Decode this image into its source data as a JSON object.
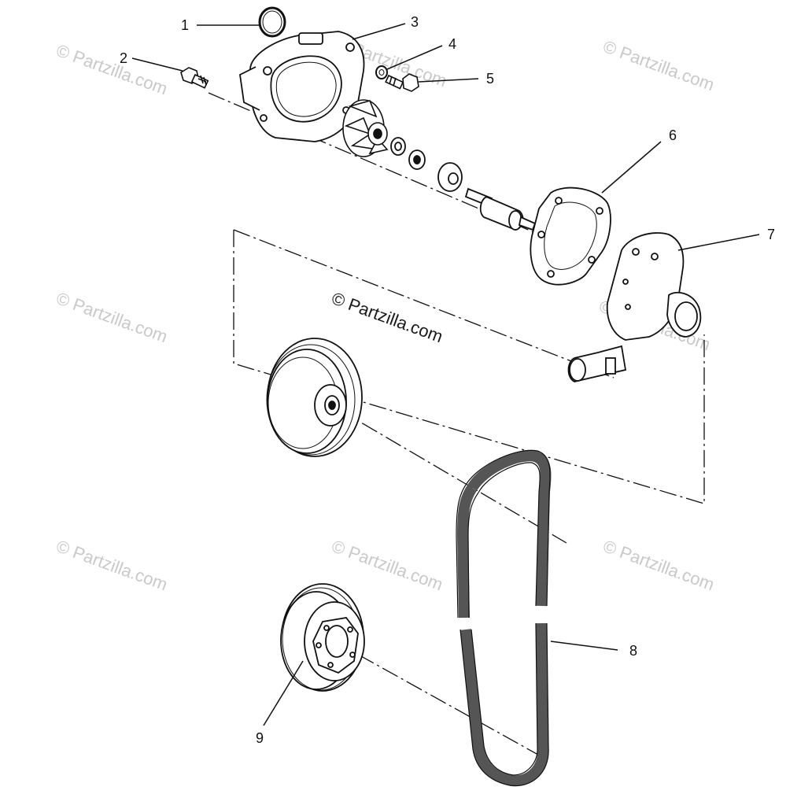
{
  "callouts": [
    {
      "id": "1",
      "label": "1"
    },
    {
      "id": "2",
      "label": "2"
    },
    {
      "id": "3",
      "label": "3"
    },
    {
      "id": "4",
      "label": "4"
    },
    {
      "id": "5",
      "label": "5"
    },
    {
      "id": "6",
      "label": "6"
    },
    {
      "id": "7",
      "label": "7"
    },
    {
      "id": "8",
      "label": "8"
    },
    {
      "id": "9",
      "label": "9"
    }
  ],
  "watermark": {
    "text": "© Partzilla.com"
  },
  "colors": {
    "line": "#111111",
    "watermark": "#c9c9c9",
    "belt": "#555555"
  }
}
